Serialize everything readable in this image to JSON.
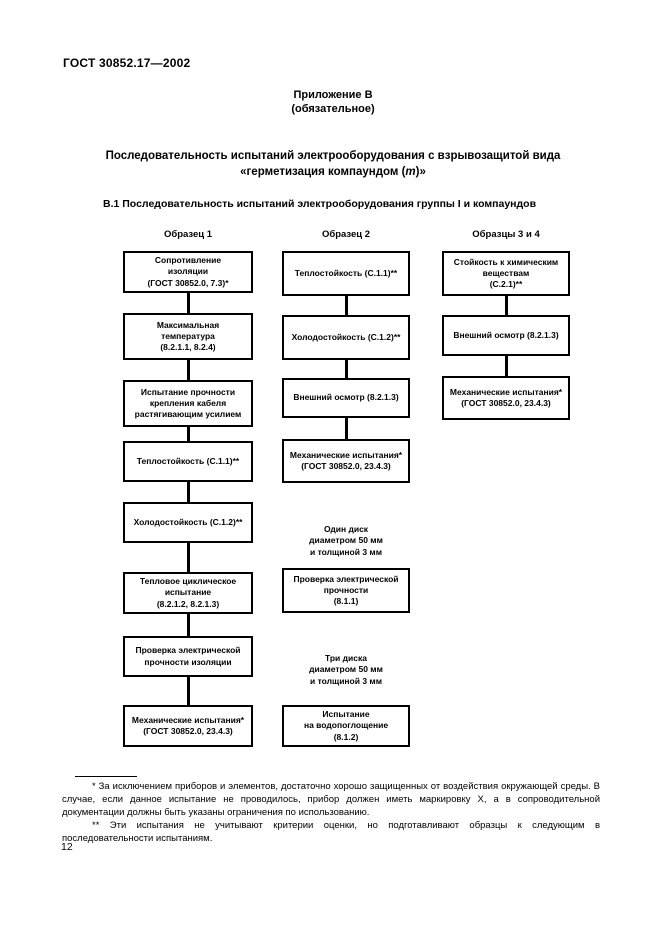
{
  "page": {
    "doc_code": "ГОСТ 30852.17—2002",
    "appendix": "Приложение В",
    "appendix_note": "(обязательное)",
    "title_line1": "Последовательность испытаний электрооборудования с взрывозащитой вида",
    "title_line2_prefix": "«герметизация компаундом (",
    "title_line2_italic": "m",
    "title_line2_suffix": ")»",
    "section": "В.1 Последовательность испытаний электрооборудования группы I и компаундов",
    "page_number": "12"
  },
  "flowchart": {
    "columns": [
      {
        "header": "Образец 1",
        "boxes": [
          {
            "lines": [
              "Сопротивление",
              "изоляции",
              "(ГОСТ 30852.0, 7.3)*"
            ]
          },
          {
            "lines": [
              "Максимальная",
              "температура",
              "(8.2.1.1, 8.2.4)"
            ]
          },
          {
            "lines": [
              "Испытание прочности",
              "крепления кабеля",
              "растягивающим усилием"
            ]
          },
          {
            "lines": [
              "Теплостойкость (С.1.1)**"
            ]
          },
          {
            "lines": [
              "Холодостойкость (С.1.2)**"
            ]
          },
          {
            "lines": [
              "Тепловое циклическое",
              "испытание",
              "(8.2.1.2, 8.2.1.3)"
            ]
          },
          {
            "lines": [
              "Проверка электрической",
              "прочности изоляции"
            ]
          },
          {
            "lines": [
              "Механические испытания*",
              "(ГОСТ 30852.0, 23.4.3)"
            ]
          }
        ]
      },
      {
        "header": "Образец 2",
        "boxes": [
          {
            "lines": [
              "Теплостойкость (С.1.1)**"
            ]
          },
          {
            "lines": [
              "Холодостойкость (С.1.2)**"
            ]
          },
          {
            "lines": [
              "Внешний осмотр (8.2.1.3)"
            ]
          },
          {
            "lines": [
              "Механические испытания*",
              "(ГОСТ 30852.0, 23.4.3)"
            ]
          },
          {
            "lines": [
              "Проверка электрической",
              "прочности",
              "(8.1.1)"
            ]
          },
          {
            "lines": [
              "Испытание",
              "на водопоглощение",
              "(8.1.2)"
            ]
          }
        ],
        "notes": [
          {
            "lines": [
              "Один диск",
              "диаметром 50 мм",
              "и толщиной 3 мм"
            ]
          },
          {
            "lines": [
              "Три диска",
              "диаметром 50 мм",
              "и толщиной 3 мм"
            ]
          }
        ]
      },
      {
        "header": "Образцы 3 и 4",
        "boxes": [
          {
            "lines": [
              "Стойкость к химическим",
              "веществам",
              "(С.2.1)**"
            ]
          },
          {
            "lines": [
              "Внешний осмотр (8.2.1.3)"
            ]
          },
          {
            "lines": [
              "Механические испытания*",
              "(ГОСТ 30852.0, 23.4.3)"
            ]
          }
        ]
      }
    ]
  },
  "footnotes": [
    {
      "text": "* За исключением приборов и элементов, достаточно хорошо защищенных от воздействия окружающей среды. В случае, если данное испытание не проводилось, прибор должен иметь маркировку Х, а в сопроводительной документации должны быть указаны ограничения по использованию."
    },
    {
      "text": "** Эти испытания не учитывают критерии оценки, но подготавливают образцы к следующим в последовательности испытаниям."
    }
  ]
}
